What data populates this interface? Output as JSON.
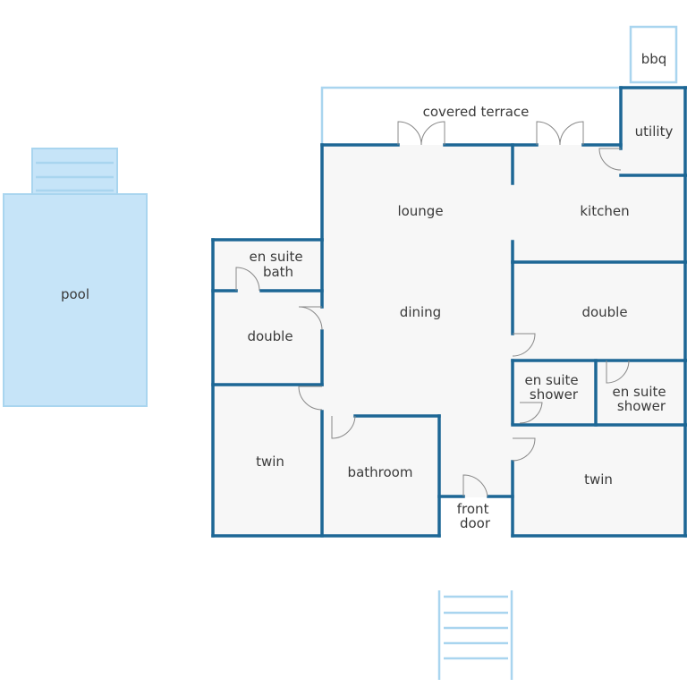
{
  "rooms": {
    "pool": "pool",
    "bbq": "bbq",
    "covered_terrace": "covered terrace",
    "utility": "utility",
    "lounge": "lounge",
    "kitchen": "kitchen",
    "dining": "dining",
    "en_suite_bath": [
      "en suite",
      "bath"
    ],
    "double_left": "double",
    "double_right": "double",
    "en_suite_shower_1": [
      "en suite",
      "shower"
    ],
    "en_suite_shower_2": [
      "en suite",
      "shower"
    ],
    "twin_left": "twin",
    "twin_right": "twin",
    "bathroom": "bathroom",
    "front_door": [
      "front",
      "door"
    ]
  },
  "colors": {
    "wall": "#1d6795",
    "pool_fill": "#c6e4f8",
    "pool_outline": "#a9d5ef",
    "floor": "#f7f7f7",
    "door": "#888888"
  }
}
